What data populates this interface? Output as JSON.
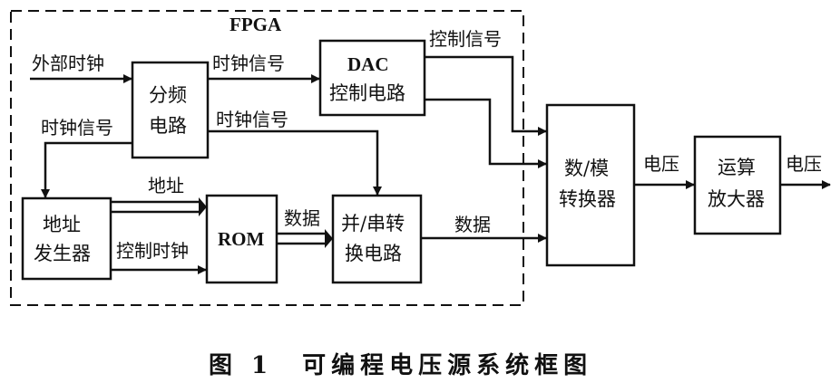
{
  "diagram": {
    "fpga_label": "FPGA",
    "blocks": {
      "divider": [
        "分频",
        "电路"
      ],
      "dac_ctrl": [
        "DAC",
        "控制电路"
      ],
      "addr_gen": [
        "地址",
        "发生器"
      ],
      "rom": "ROM",
      "ps_conv": [
        "并/串转",
        "换电路"
      ],
      "dac": [
        "数/模",
        "转换器"
      ],
      "opamp": [
        "运算",
        "放大器"
      ]
    },
    "signals": {
      "ext_clock": "外部时钟",
      "clock_to_dac": "时钟信号",
      "clock_to_addr": "时钟信号",
      "clock_to_ps": "时钟信号",
      "ctrl_signal": "控制信号",
      "address": "地址",
      "ctrl_clock": "控制时钟",
      "rom_data": "数据",
      "serial_data": "数据",
      "dac_voltage": "电压",
      "out_voltage": "电压"
    },
    "caption": "图 1　可编程电压源系统框图"
  }
}
